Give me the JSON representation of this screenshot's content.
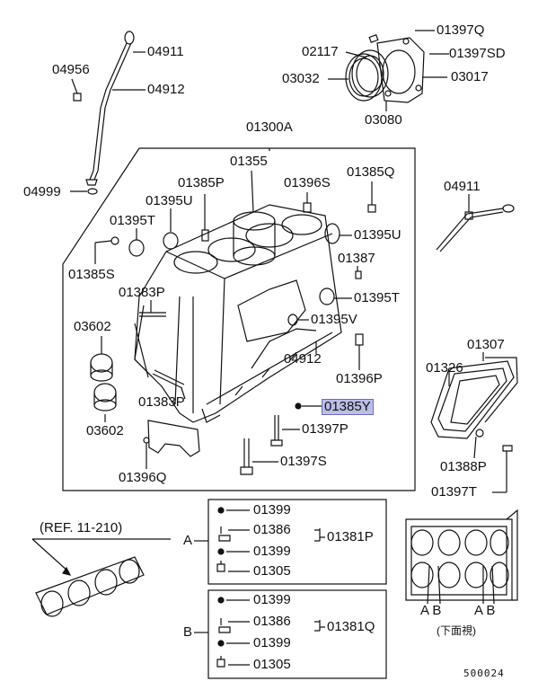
{
  "labels": {
    "p01397Q": "01397Q",
    "p02117": "02117",
    "p01397SD": "01397SD",
    "p03032": "03032",
    "p03017": "03017",
    "p03080": "03080",
    "p04911a": "04911",
    "p04956": "04956",
    "p04912a": "04912",
    "p01300A": "01300A",
    "p01355": "01355",
    "p01385P": "01385P",
    "p01396S": "01396S",
    "p01385Q": "01385Q",
    "p04999": "04999",
    "p01395U_a": "01395U",
    "p01395T_a": "01395T",
    "p01395U_b": "01395U",
    "p01385S": "01385S",
    "p01387": "01387",
    "p01383P_a": "01383P",
    "p01395T_b": "01395T",
    "p01395V": "01395V",
    "p03602a": "03602",
    "p04912b": "04912",
    "p01396P": "01396P",
    "p01383P_b": "01383P",
    "p01385Y": "01385Y",
    "p03602b": "03602",
    "p01397P": "01397P",
    "p01397S": "01397S",
    "p01396Q": "01396Q",
    "p04911b": "04911",
    "p01307": "01307",
    "p01326": "01326",
    "p01388P": "01388P",
    "p01397T": "01397T",
    "a01399a": "01399",
    "a01386": "01386",
    "a01381P": "01381P",
    "a01399b": "01399",
    "a01305": "01305",
    "markA": "A",
    "ref": "(REF. 11-210)",
    "b01399a": "01399",
    "b01386": "01386",
    "b01381Q": "01381Q",
    "b01399b": "01399",
    "b01305": "01305",
    "markB": "B",
    "ab1": "A B",
    "ab2": "A B",
    "bottomView": "(下面視)",
    "figNo": "500024"
  }
}
